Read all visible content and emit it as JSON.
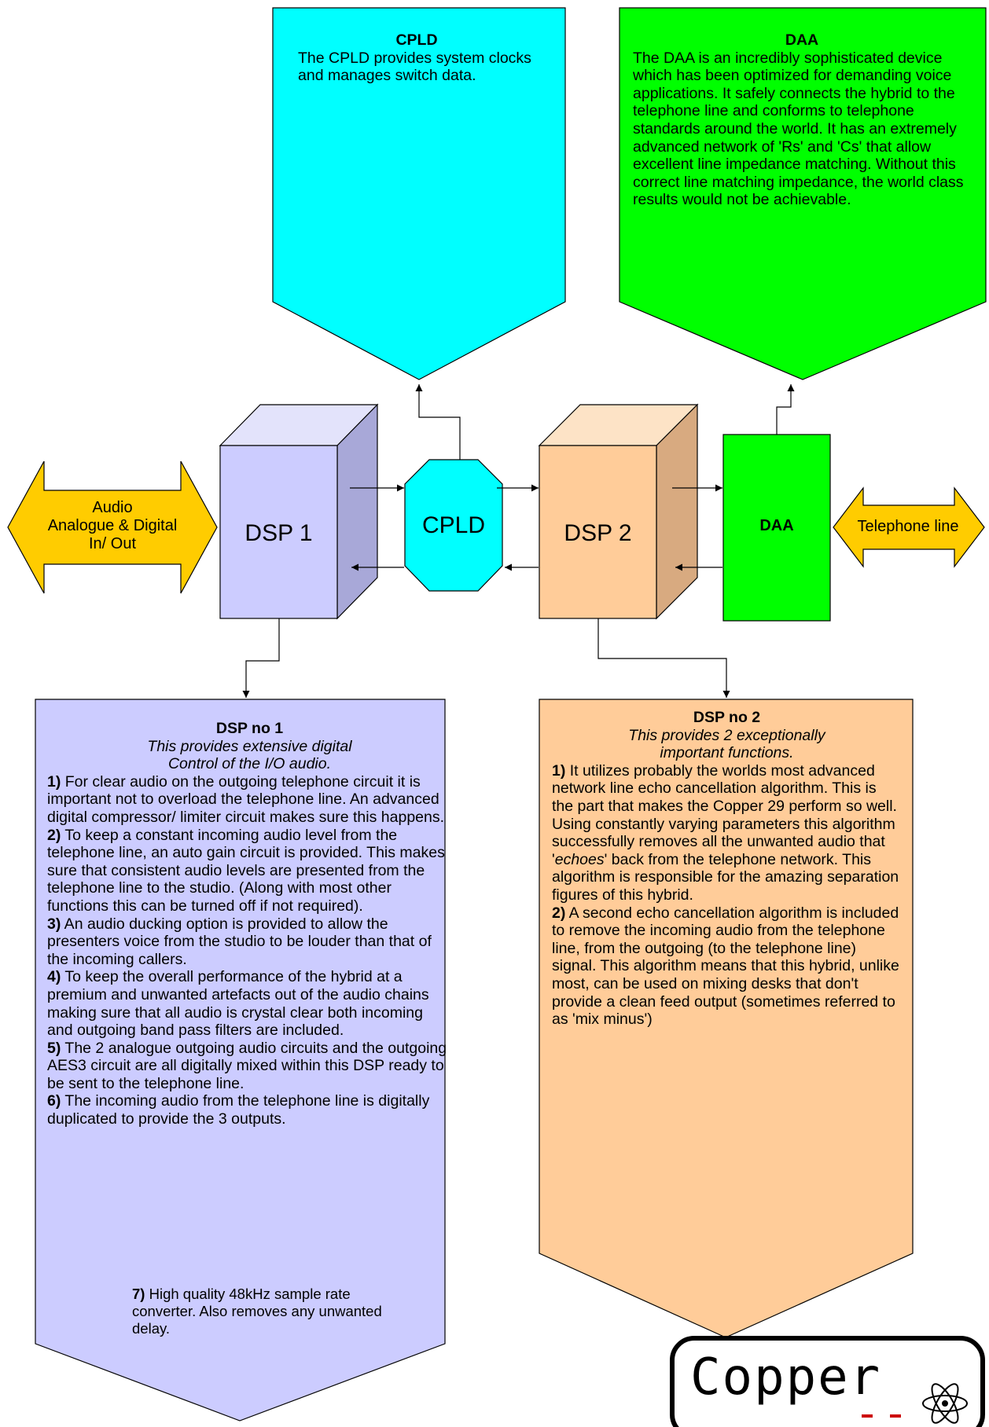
{
  "diagram": {
    "cpld_box": {
      "title": "CPLD",
      "text": "The CPLD provides system clocks and manages switch data."
    },
    "daa_box": {
      "title": "DAA",
      "text": "The DAA is an incredibly sophisticated device which has been optimized for demanding voice applications. It safely connects the hybrid to the telephone line and conforms to telephone standards around the world. It has an extremely advanced network of 'Rs' and 'Cs' that allow excellent line impedance matching. Without this correct line matching impedance, the world class results would not be achievable."
    },
    "blocks": {
      "audio_io_line1": "Audio",
      "audio_io_line2": "Analogue & Digital",
      "audio_io_line3": "In/ Out",
      "dsp1": "DSP 1",
      "cpld": "CPLD",
      "dsp2": "DSP 2",
      "daa": "DAA",
      "telephone_line": "Telephone line"
    },
    "dsp1_box": {
      "title": "DSP no 1",
      "subtitle_line1": "This provides extensive digital",
      "subtitle_line2": "Control of the I/O audio.",
      "items": [
        {
          "num": "1)",
          "text": " For clear audio on the outgoing telephone circuit it is important not to overload the telephone line. An advanced digital compressor/ limiter circuit makes sure this happens."
        },
        {
          "num": "2)",
          "text": " To keep a constant incoming audio level from the telephone line, an auto gain circuit is provided. This makes sure that consistent audio levels are presented from the telephone line to the studio. (Along with most other functions this can be turned off if not required)."
        },
        {
          "num": "3)",
          "text": " An audio ducking option is provided to allow the presenters voice from the studio to be louder than that of the incoming callers."
        },
        {
          "num": "4)",
          "text": " To keep the overall performance of the hybrid at a premium and unwanted artefacts out of the audio chains making sure that all audio is crystal clear both incoming and outgoing band pass filters are included."
        },
        {
          "num": "5)",
          "text": " The 2 analogue outgoing audio circuits and the outgoing  AES3 circuit are all digitally mixed within this DSP ready to be sent to the telephone line."
        },
        {
          "num": "6)",
          "text": " The incoming audio from the telephone line is digitally duplicated to provide the 3 outputs."
        }
      ],
      "item7_num": "7)",
      "item7_text": " High quality 48kHz sample rate converter.  Also  removes any unwanted delay."
    },
    "dsp2_box": {
      "title": "DSP no 2",
      "subtitle_line1": "This provides 2 exceptionally",
      "subtitle_line2": "important functions.",
      "item1_num": "1)",
      "item1_a": " It utilizes probably the worlds most advanced network line echo cancellation algorithm. This is the part that makes the Copper 29 perform so well. Using constantly varying parameters this algorithm successfully removes all the unwanted audio that '",
      "item1_em": "echoes",
      "item1_b": "' back from the telephone network. This algorithm is responsible for the amazing separation figures of this hybrid.",
      "item2_num": "2)",
      "item2_text": " A second echo  cancellation algorithm is included to remove the incoming audio from the telephone line, from the outgoing (to the telephone line) signal. This algorithm means that this hybrid, unlike most, can be used on mixing desks that don't provide a clean feed output (sometimes referred to as 'mix minus')"
    },
    "logo": {
      "text": "Copper"
    },
    "colors": {
      "cyan": "#00ffff",
      "green": "#00ff00",
      "lavender": "#ccccff",
      "peach": "#ffcc99",
      "gold": "#ffcc00"
    }
  }
}
